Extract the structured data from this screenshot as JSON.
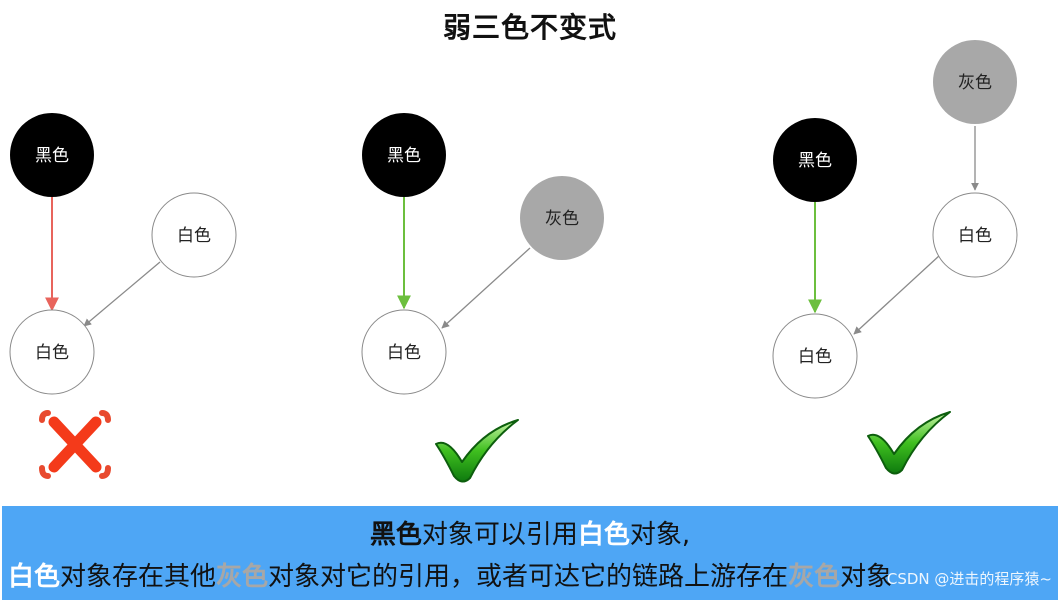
{
  "title": "弱三色不变式",
  "colors": {
    "black_node": "#000000",
    "gray_node": "#a8a8a8",
    "white_node": "#ffffff",
    "bad_arrow": "#e8645c",
    "good_arrow": "#6cbf3e",
    "gray_arrow": "#8a8a8a",
    "banner": "#4ea6f5"
  },
  "diagrams": [
    {
      "black_node": "黑色",
      "upper_white_node": "白色",
      "target_white_node": "白色",
      "status": "invalid",
      "status_icon": "red-cross-icon"
    },
    {
      "black_node": "黑色",
      "gray_node": "灰色",
      "target_white_node": "白色",
      "status": "valid",
      "status_icon": "green-check-icon"
    },
    {
      "gray_node": "灰色",
      "black_node": "黑色",
      "middle_white_node": "白色",
      "target_white_node": "白色",
      "status": "valid",
      "status_icon": "green-check-icon"
    }
  ],
  "banner": {
    "line1": {
      "hl_black": "黑色",
      "t1": "对象可以引用",
      "hl_white": "白色",
      "t2": "对象,"
    },
    "line2": {
      "hl_white": "白色",
      "t1": "对象存在其他",
      "hl_gray": "灰色",
      "t2": "对象对它的引用，或者可达它的链路上游存在",
      "hl_gray2": "灰色",
      "t3": "对象"
    }
  },
  "watermark": "CSDN @进击的程序猿~"
}
